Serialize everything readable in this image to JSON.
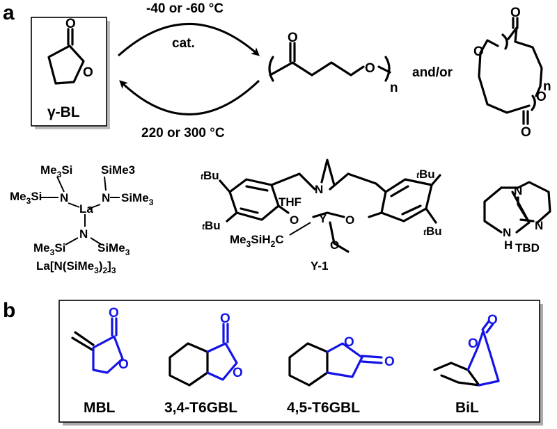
{
  "panels": {
    "a": "a",
    "b": "b"
  },
  "reaction": {
    "top_condition": "-40 or -60 °C",
    "catalyst": "cat.",
    "bottom_condition": "220 or 300 °C",
    "and_or": "and/or",
    "monomer_label": "γ-BL",
    "subscript_n": "n"
  },
  "catalysts": {
    "la_name": "La[N(SiMe3)2]3",
    "y_name": "Y-1",
    "tbd_name": "TBD",
    "la_center": "La",
    "y_center": "Y",
    "thf": "THF",
    "tbu": "tBu",
    "me3sih2c": "Me3SiH2C",
    "me3si": "Me3Si",
    "sime3": "SiMe3",
    "N": "N",
    "O": "O",
    "H": "H"
  },
  "monomers": [
    {
      "name": "MBL"
    },
    {
      "name": "3,4-T6GBL"
    },
    {
      "name": "4,5-T6GBL"
    },
    {
      "name": "BiL"
    }
  ],
  "colors": {
    "highlight": "#1414e6",
    "ink": "#000000",
    "box_shadow": "#aaaaaa"
  }
}
